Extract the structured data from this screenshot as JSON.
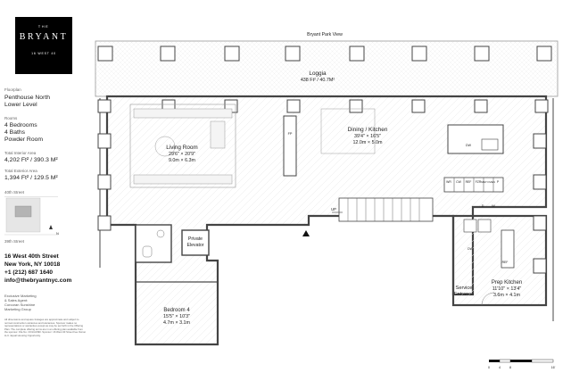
{
  "logo": {
    "the": "THE",
    "name": "BRYANT",
    "address": "16 WEST 40"
  },
  "sidebar": {
    "floorplan_label": "Floorplan",
    "floorplan_name_1": "Penthouse North",
    "floorplan_name_2": "Lower Level",
    "rooms_label": "Rooms",
    "rooms_1": "4 Bedrooms",
    "rooms_2": "4 Baths",
    "rooms_3": "Powder Room",
    "interior_label": "Total Interior Area",
    "interior_value": "4,202 Ft² / 390.3 M²",
    "exterior_label": "Total Exterior Area",
    "exterior_value": "1,394 Ft² / 129.5 M²",
    "map_north_street": "40th Street",
    "map_south_street": "39th Street",
    "map_compass": "N",
    "address_1": "16 West 40th Street",
    "address_2": "New York, NY 10018",
    "phone": "+1 (212) 687 1640",
    "email": "info@thebryantnyc.com",
    "marketing_1": "Exclusive Marketing",
    "marketing_2": "& Sales Agent:",
    "marketing_3": "Corcoran Sunshine",
    "marketing_4": "Marketing Group",
    "disclaimer": "All dimensions and square footages are approximate and subject to normal construction variances and tolerances. Sponsor makes no representations or warranties except as may be set forth in the Offering Plan. The complete offering terms are in an offering plan available from the sponsor. File No. CD14-0390. Sponsor: 16 West 40 Street Fee Owner LLC. Equal Housing Opportunity."
  },
  "plan": {
    "top_label": "Bryant Park View",
    "loggia_name": "Loggia",
    "loggia_area": "438 Ft² / 40.7M²",
    "living_name": "Living Room",
    "living_imperial": "29'6\" × 20'9\"",
    "living_metric": "9.0m × 6.3m",
    "fp_label": "FP",
    "dining_name": "Dining / Kitchen",
    "dining_imperial": "39'4\" × 16'5\"",
    "dining_metric": "12.0m × 5.0m",
    "dw_label": "DW",
    "appliances": [
      "WR",
      "CW",
      "REF",
      "FZR",
      "MW/ OVEN",
      "P"
    ],
    "up_label": "UP",
    "elevator_1": "Private",
    "elevator_2": "Elevator",
    "bedroom_name": "Bedroom 4",
    "bedroom_imperial": "15'5\" × 10'3\"",
    "bedroom_metric": "4.7m × 3.1m",
    "prep_name": "Prep Kitchen",
    "prep_imperial": "11'10\" × 13'4\"",
    "prep_metric": "3.6m × 4.1m",
    "prep_dw": "DW",
    "prep_w": "W",
    "prep_d": "D",
    "prep_ref": "REF",
    "service_1": "Service",
    "service_2": "Entrance",
    "scale_labels": [
      "0",
      "4",
      "8",
      "16'"
    ]
  }
}
